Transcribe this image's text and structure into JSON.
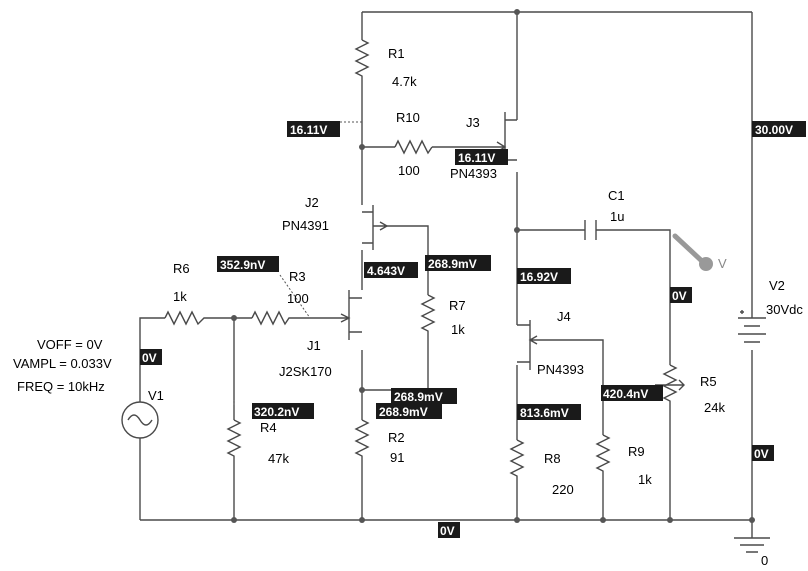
{
  "components": {
    "R1": {
      "ref": "R1",
      "value": "4.7k"
    },
    "R10": {
      "ref": "R10",
      "value": "100"
    },
    "J3": {
      "ref": "J3",
      "model": "PN4393"
    },
    "J2": {
      "ref": "J2",
      "model": "PN4391"
    },
    "C1": {
      "ref": "C1",
      "value": "1u"
    },
    "R6": {
      "ref": "R6",
      "value": "1k"
    },
    "R3": {
      "ref": "R3",
      "value": "100"
    },
    "R7": {
      "ref": "R7",
      "value": "1k"
    },
    "J1": {
      "ref": "J1",
      "model": "J2SK170"
    },
    "J4": {
      "ref": "J4",
      "model": "PN4393"
    },
    "V2": {
      "ref": "V2",
      "value": "30Vdc"
    },
    "R5": {
      "ref": "R5",
      "value": "24k"
    },
    "R4": {
      "ref": "R4",
      "value": "47k"
    },
    "R2": {
      "ref": "R2",
      "value": "91"
    },
    "R8": {
      "ref": "R8",
      "value": "220"
    },
    "R9": {
      "ref": "R9",
      "value": "1k"
    },
    "V1": {
      "ref": "V1",
      "voff": "VOFF = 0V",
      "vampl": "VAMPL = 0.033V",
      "freq": "FREQ = 10kHz"
    }
  },
  "probe_label": "V",
  "ground_label": "0",
  "voltages": {
    "r10_left": "16.11V",
    "j3_gate": "16.11V",
    "supply": "30.00V",
    "r3_node": "352.9nV",
    "j2_source": "4.643V",
    "r7_top": "268.9mV",
    "j4_drain": "16.92V",
    "c1_right": "0V",
    "v1_plus": "0V",
    "r4_top": "320.2nV",
    "j1_source_a": "268.9mV",
    "j1_source_b": "268.9mV",
    "j4_gate": "420.4nV",
    "r8_top": "813.6mV",
    "v2_minus": "0V",
    "gnd_rail": "0V"
  }
}
